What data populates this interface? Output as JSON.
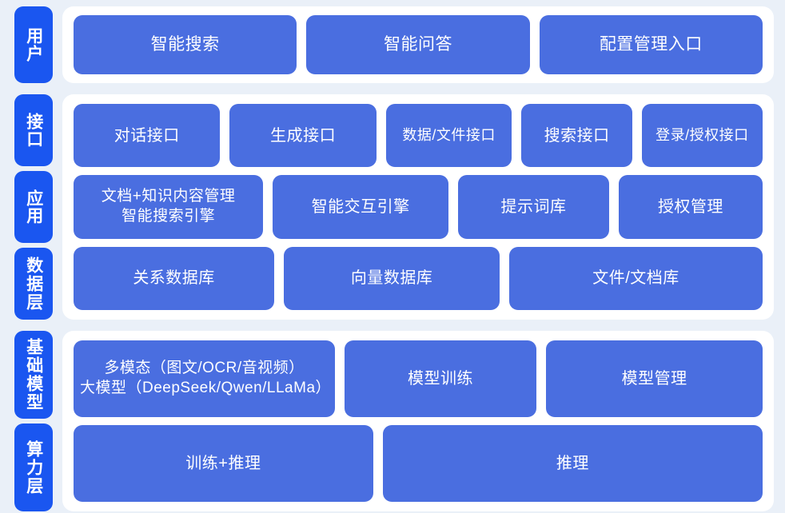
{
  "theme": {
    "background": "#eaf0f8",
    "panel": "#ffffff",
    "tag_blue": "#1a56f0",
    "box_blue": "#4a6ee0",
    "text_on_blue": "#ffffff"
  },
  "groups": [
    {
      "name": "user-group",
      "tags": [
        {
          "label": "用户"
        }
      ],
      "rows": [
        {
          "name": "user-entries",
          "boxes": [
            {
              "label": "智能搜索"
            },
            {
              "label": "智能问答"
            },
            {
              "label": "配置管理入口"
            }
          ]
        }
      ]
    },
    {
      "name": "platform-group",
      "tags": [
        {
          "label": "接口"
        },
        {
          "label": "应用"
        },
        {
          "label": "数据层"
        }
      ],
      "rows": [
        {
          "name": "interface-row",
          "boxes": [
            {
              "label": "对话接口"
            },
            {
              "label": "生成接口"
            },
            {
              "label": "数据/文件接口"
            },
            {
              "label": "搜索接口"
            },
            {
              "label": "登录/授权接口"
            }
          ]
        },
        {
          "name": "application-row",
          "boxes": [
            {
              "label": "文档+知识内容管理\n智能搜索引擎"
            },
            {
              "label": "智能交互引擎"
            },
            {
              "label": "提示词库"
            },
            {
              "label": "授权管理"
            }
          ]
        },
        {
          "name": "data-row",
          "boxes": [
            {
              "label": "关系数据库"
            },
            {
              "label": "向量数据库"
            },
            {
              "label": "文件/文档库"
            }
          ]
        }
      ]
    },
    {
      "name": "infrastructure-group",
      "tags": [
        {
          "label": "基础模型"
        },
        {
          "label": "算力层"
        }
      ],
      "rows": [
        {
          "name": "model-row",
          "boxes": [
            {
              "label": "多模态（图文/OCR/音视频）\n大模型（DeepSeek/Qwen/LLaMa）"
            },
            {
              "label": "模型训练"
            },
            {
              "label": "模型管理"
            }
          ]
        },
        {
          "name": "compute-row",
          "boxes": [
            {
              "label": "训练+推理"
            },
            {
              "label": "推理"
            }
          ]
        }
      ]
    }
  ]
}
